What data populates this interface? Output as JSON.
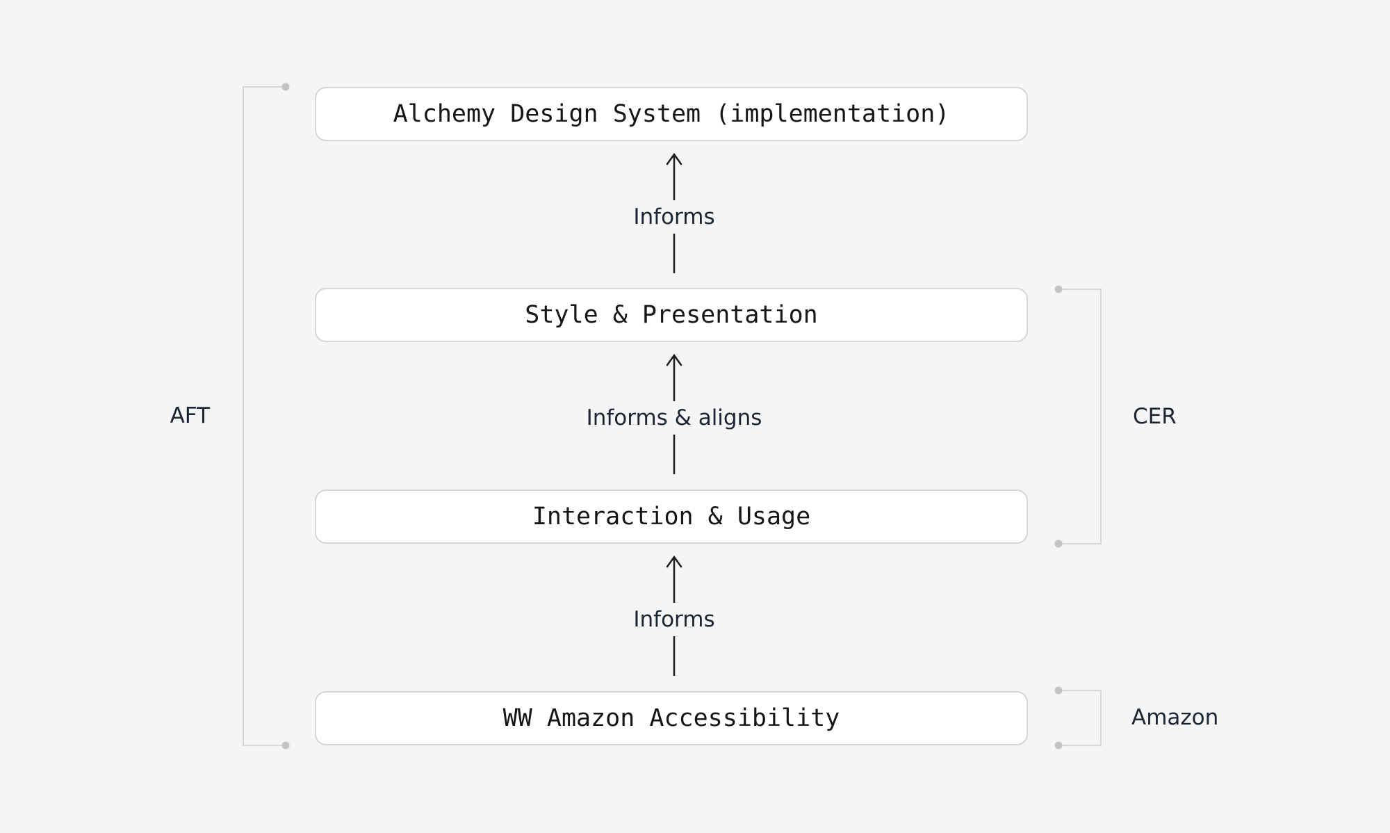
{
  "diagram": {
    "nodes": [
      {
        "id": "alchemy",
        "label": "Alchemy Design System (implementation)"
      },
      {
        "id": "style",
        "label": "Style & Presentation"
      },
      {
        "id": "interaction",
        "label": "Interaction & Usage"
      },
      {
        "id": "ww_accessibility",
        "label": "WW Amazon Accessibility"
      }
    ],
    "edges": [
      {
        "from": "style",
        "to": "alchemy",
        "label": "Informs"
      },
      {
        "from": "interaction",
        "to": "style",
        "label": "Informs & aligns"
      },
      {
        "from": "ww_accessibility",
        "to": "interaction",
        "label": "Informs"
      }
    ],
    "groups": [
      {
        "label": "AFT",
        "side": "left",
        "spans": [
          "alchemy",
          "ww_accessibility"
        ]
      },
      {
        "label": "CER",
        "side": "right",
        "spans": [
          "style",
          "interaction"
        ]
      },
      {
        "label": "Amazon",
        "side": "right",
        "spans": [
          "ww_accessibility"
        ]
      }
    ],
    "colors": {
      "background": "#f5f5f6",
      "node_fill": "#ffffff",
      "node_border": "#d6d6d6",
      "node_text": "#161616",
      "label_text": "#1b2433",
      "arrow": "#1c1c1c",
      "bracket_line": "#d6d6d6",
      "bracket_dot": "#c3c3c3"
    }
  }
}
